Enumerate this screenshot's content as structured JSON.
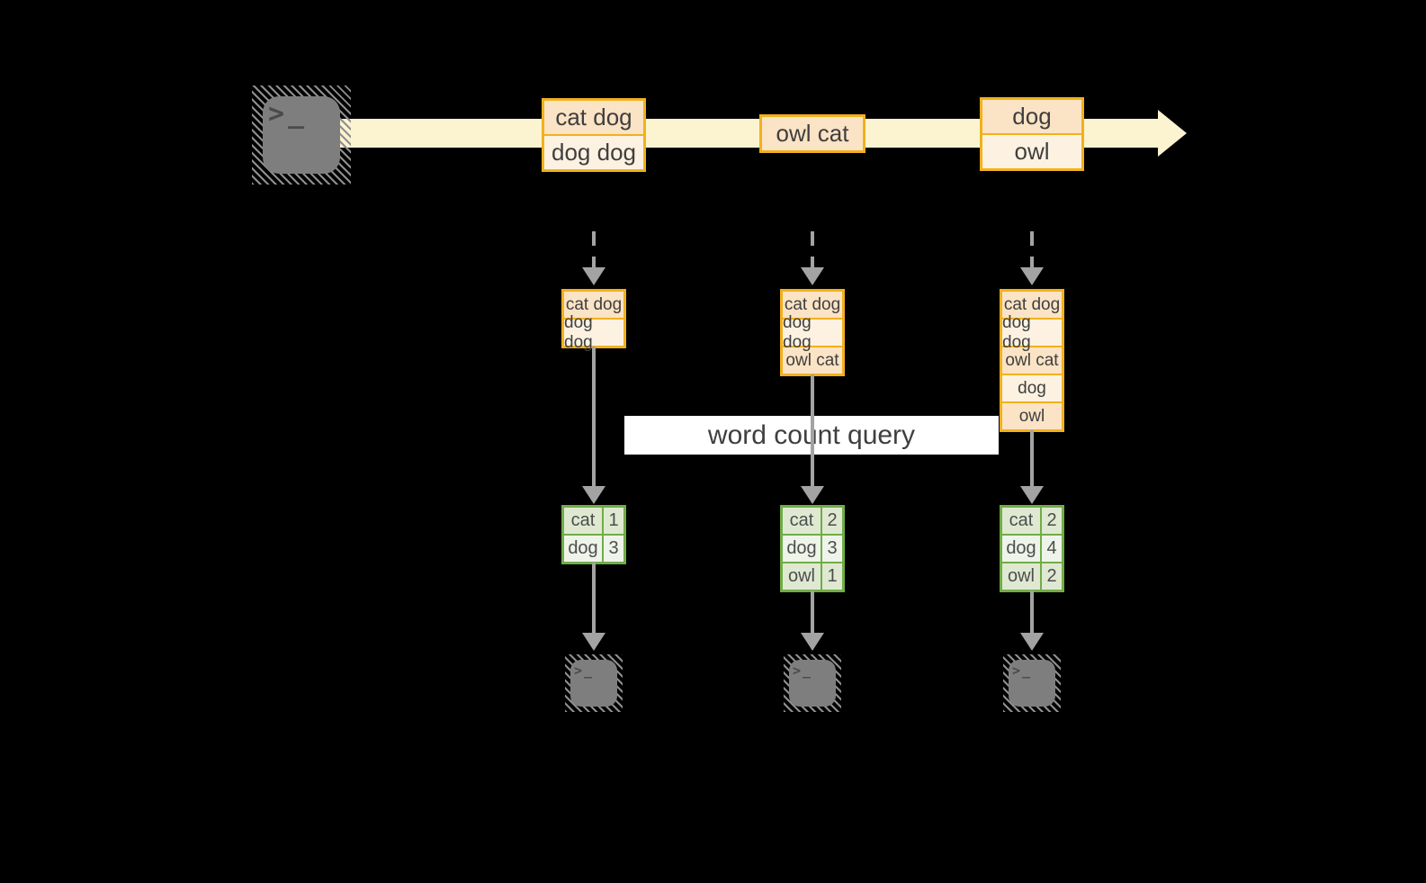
{
  "query_banner": {
    "label": "word count query"
  },
  "source_terminal": {
    "glyph": ">_"
  },
  "output_terminals": [
    {
      "glyph": ">_"
    },
    {
      "glyph": ">_"
    },
    {
      "glyph": ">_"
    }
  ],
  "stream": {
    "events": [
      {
        "rows": [
          "cat dog",
          "dog dog"
        ]
      },
      {
        "rows": [
          "owl cat"
        ]
      },
      {
        "rows": [
          "dog",
          "owl"
        ]
      }
    ]
  },
  "snapshots": [
    {
      "buffer": [
        "cat dog",
        "dog dog"
      ],
      "counts": [
        {
          "word": "cat",
          "count": "1"
        },
        {
          "word": "dog",
          "count": "3"
        }
      ]
    },
    {
      "buffer": [
        "cat dog",
        "dog dog",
        "owl cat"
      ],
      "counts": [
        {
          "word": "cat",
          "count": "2"
        },
        {
          "word": "dog",
          "count": "3"
        },
        {
          "word": "owl",
          "count": "1"
        }
      ]
    },
    {
      "buffer": [
        "cat dog",
        "dog dog",
        "owl cat",
        "dog",
        "owl"
      ],
      "counts": [
        {
          "word": "cat",
          "count": "2"
        },
        {
          "word": "dog",
          "count": "4"
        },
        {
          "word": "owl",
          "count": "2"
        }
      ]
    }
  ],
  "colors": {
    "background": "#000000",
    "stream_band": "#fcf3d0",
    "record_border": "#f1b11c",
    "record_fill_dark": "#fbe3c5",
    "record_fill_light": "#fdf2e1",
    "table_border": "#70ad47",
    "table_fill_dark": "#dfe9d2",
    "table_fill_light": "#eff4ea",
    "arrow_gray": "#a3a3a3",
    "terminal_gray": "#7e7e7e"
  }
}
